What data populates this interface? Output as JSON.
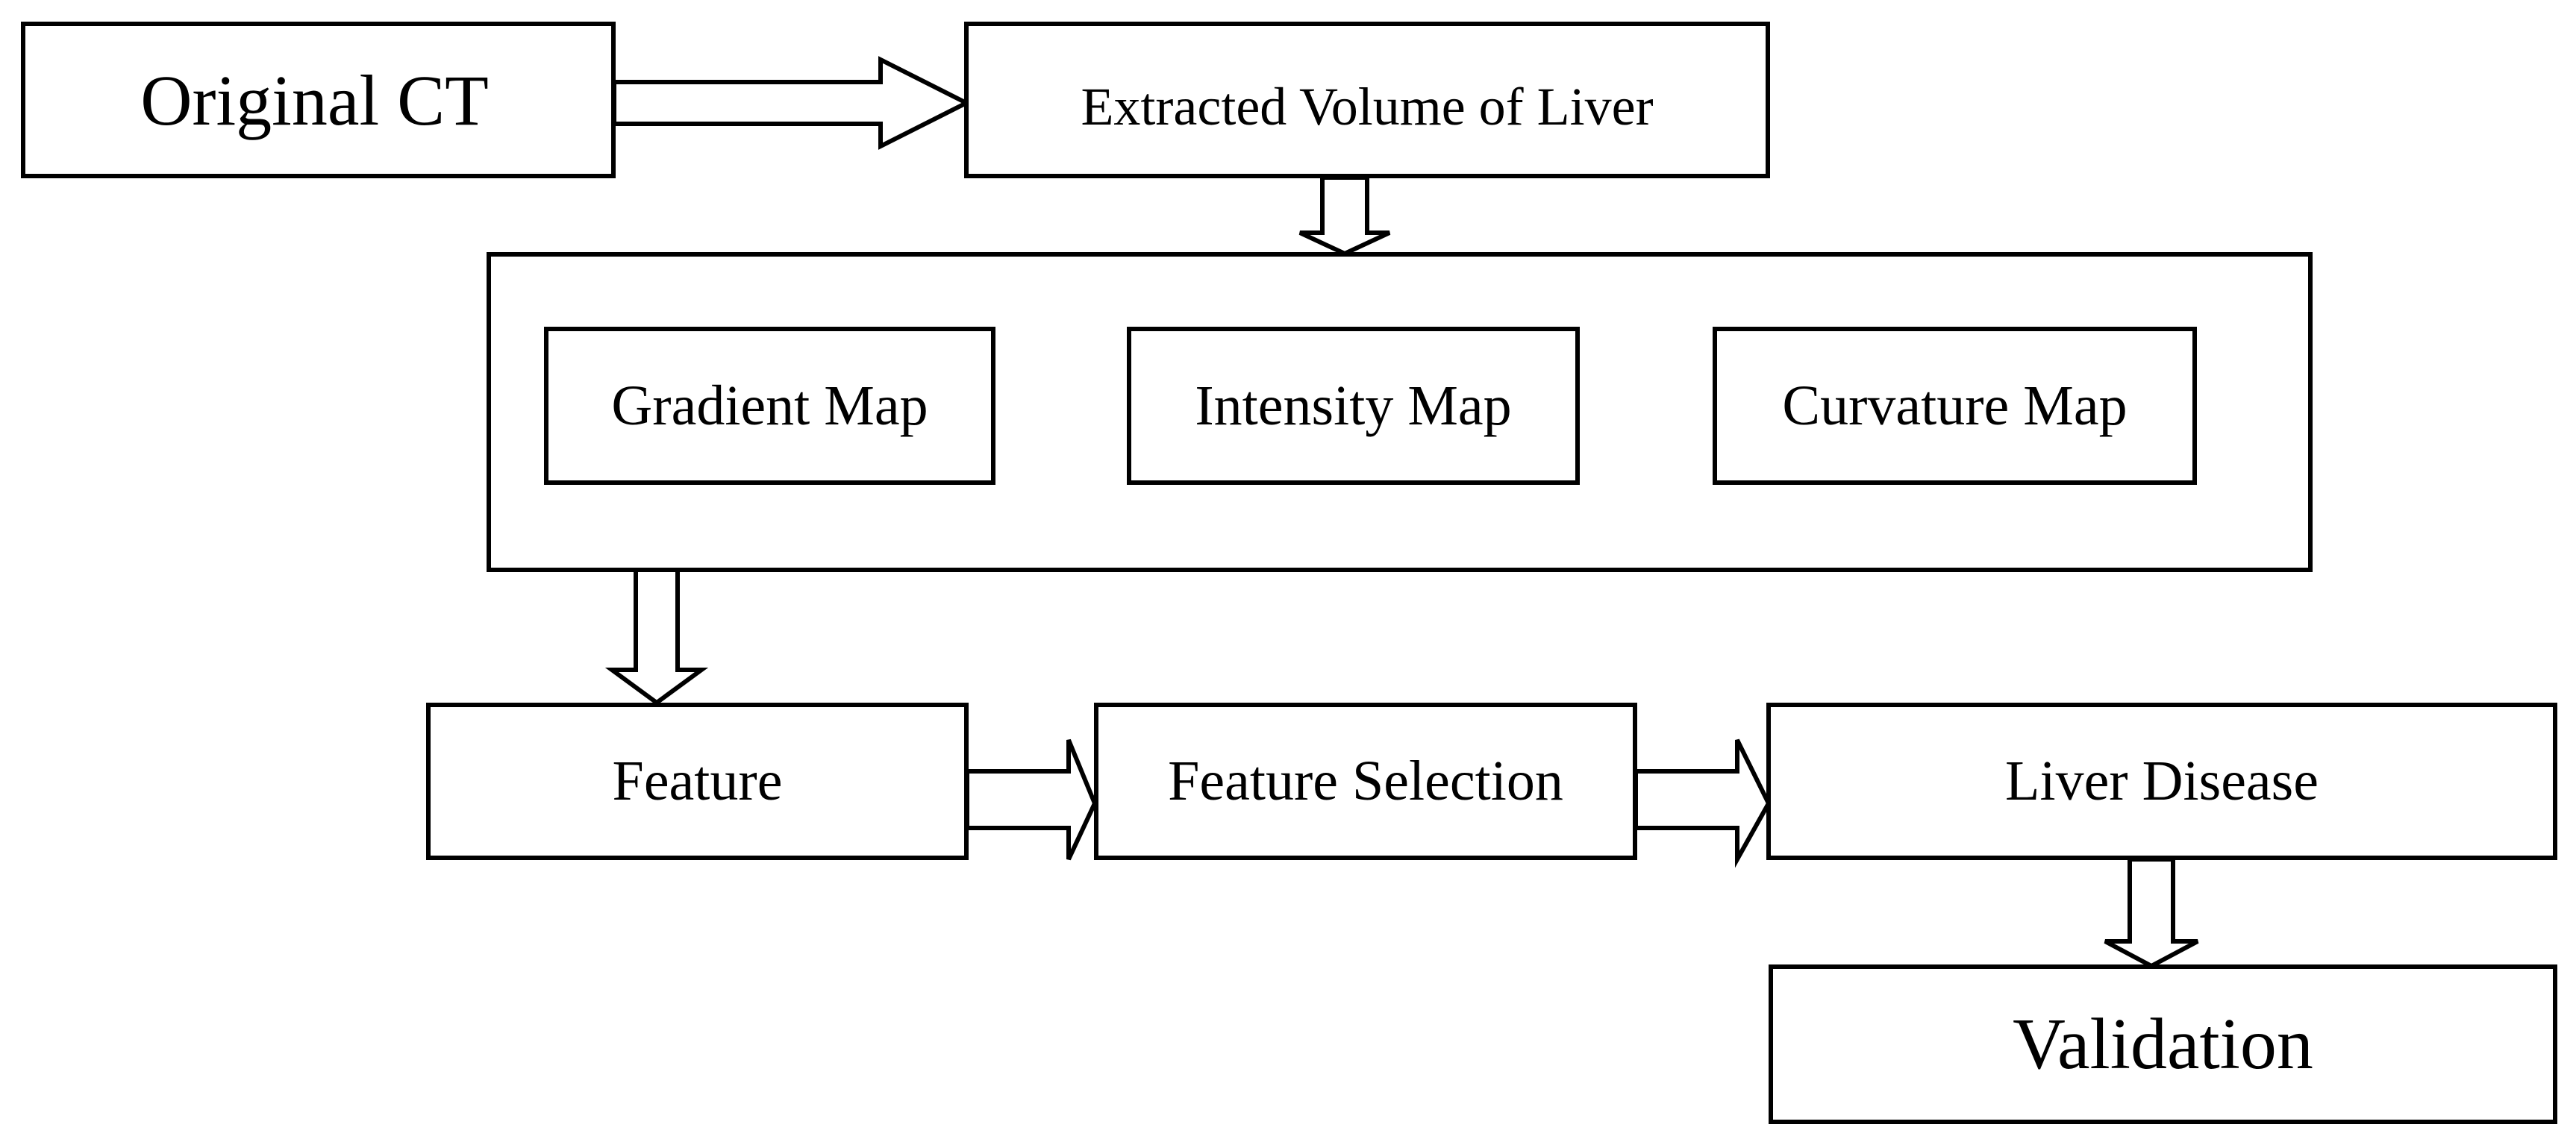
{
  "diagram": {
    "nodes": {
      "original_ct": "Original CT",
      "extracted_volume": "Extracted Volume of Liver",
      "gradient_map": "Gradient Map",
      "intensity_map": "Intensity Map",
      "curvature_map": "Curvature Map",
      "feature": "Feature",
      "feature_selection": "Feature Selection",
      "liver_disease": "Liver Disease",
      "validation": "Validation"
    },
    "edges": [
      {
        "from": "original_ct",
        "to": "extracted_volume"
      },
      {
        "from": "extracted_volume",
        "to": "maps_group"
      },
      {
        "from": "maps_group",
        "to": "feature"
      },
      {
        "from": "feature",
        "to": "feature_selection"
      },
      {
        "from": "feature_selection",
        "to": "liver_disease"
      },
      {
        "from": "liver_disease",
        "to": "validation"
      }
    ],
    "groups": {
      "maps_group": [
        "gradient_map",
        "intensity_map",
        "curvature_map"
      ]
    }
  }
}
